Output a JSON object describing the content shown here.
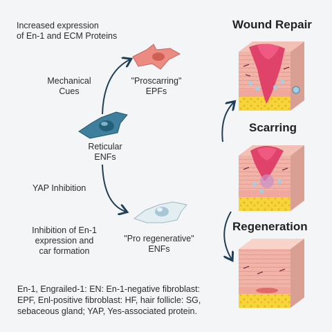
{
  "top_note": [
    "Increased expression",
    "of En-1 and ECM Proteins"
  ],
  "cues": {
    "mechanical": [
      "Mechanical",
      "Cues"
    ],
    "yap": "YAP Inhibition",
    "inhibition": [
      "Inhibition of En-1",
      "expression and",
      "car formation"
    ]
  },
  "cells": {
    "proscarring": [
      "\"Proscarring\"",
      "EPFs"
    ],
    "reticular": [
      "Reticular",
      "ENFs"
    ],
    "proregen": [
      "\"Pro regenerative\"",
      "ENFs"
    ]
  },
  "headings": {
    "wound_repair": "Wound Repair",
    "scarring": "Scarring",
    "regeneration": "Regeneration"
  },
  "footnote": [
    "En-1, Engrailed-1: EN: En-1-negative fibroblast:",
    "EPF, Enl-positive fibroblast: HF, hair follicle: SG,",
    "sebaceous gland; YAP, Yes-associated protein."
  ],
  "icons": {
    "proscarring_cell": "fibroblast-red-icon",
    "reticular_cell": "fibroblast-blue-icon",
    "proregen_cell": "fibroblast-pale-icon",
    "wound_block": "skin-wound-block-icon",
    "scar_block": "skin-scar-block-icon",
    "regen_block": "skin-regenerated-block-icon"
  },
  "colors": {
    "arrow": "#1f3f57",
    "cell_red": "#e8857c",
    "cell_blue": "#3d7f9c",
    "wound": "#e0436a",
    "fat": "#f5d53a"
  }
}
